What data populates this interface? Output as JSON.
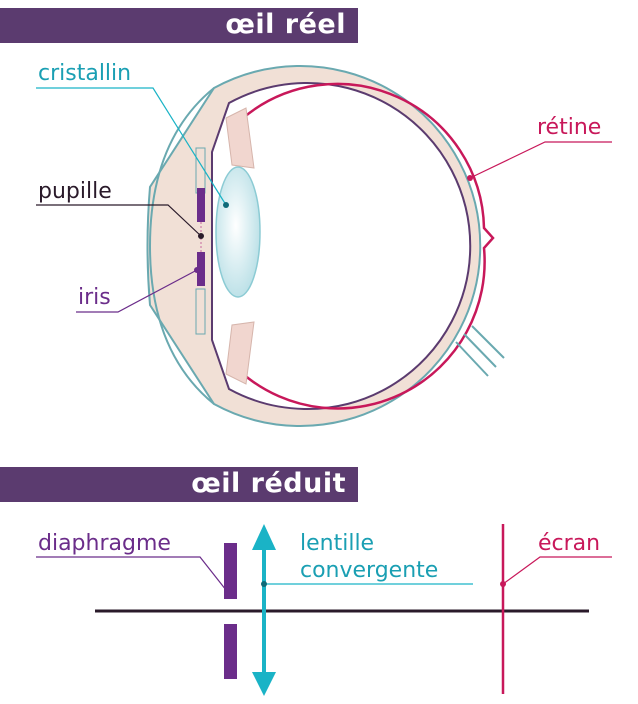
{
  "titles": {
    "real_eye": "œil réel",
    "reduced_eye": "œil réduit"
  },
  "real_eye_labels": {
    "crystalline": "cristallin",
    "pupil": "pupille",
    "iris": "iris",
    "retina": "rétine"
  },
  "reduced_eye_labels": {
    "diaphragm": "diaphragme",
    "lens_line1": "lentille",
    "lens_line2": "convergente",
    "screen": "écran"
  },
  "colors": {
    "banner": "#5b3b6f",
    "teal": "#1ab3c6",
    "purple": "#6b2d8a",
    "crimson": "#c8185a",
    "axis": "#2a1a2a",
    "sclera": "#f1e0d6"
  }
}
